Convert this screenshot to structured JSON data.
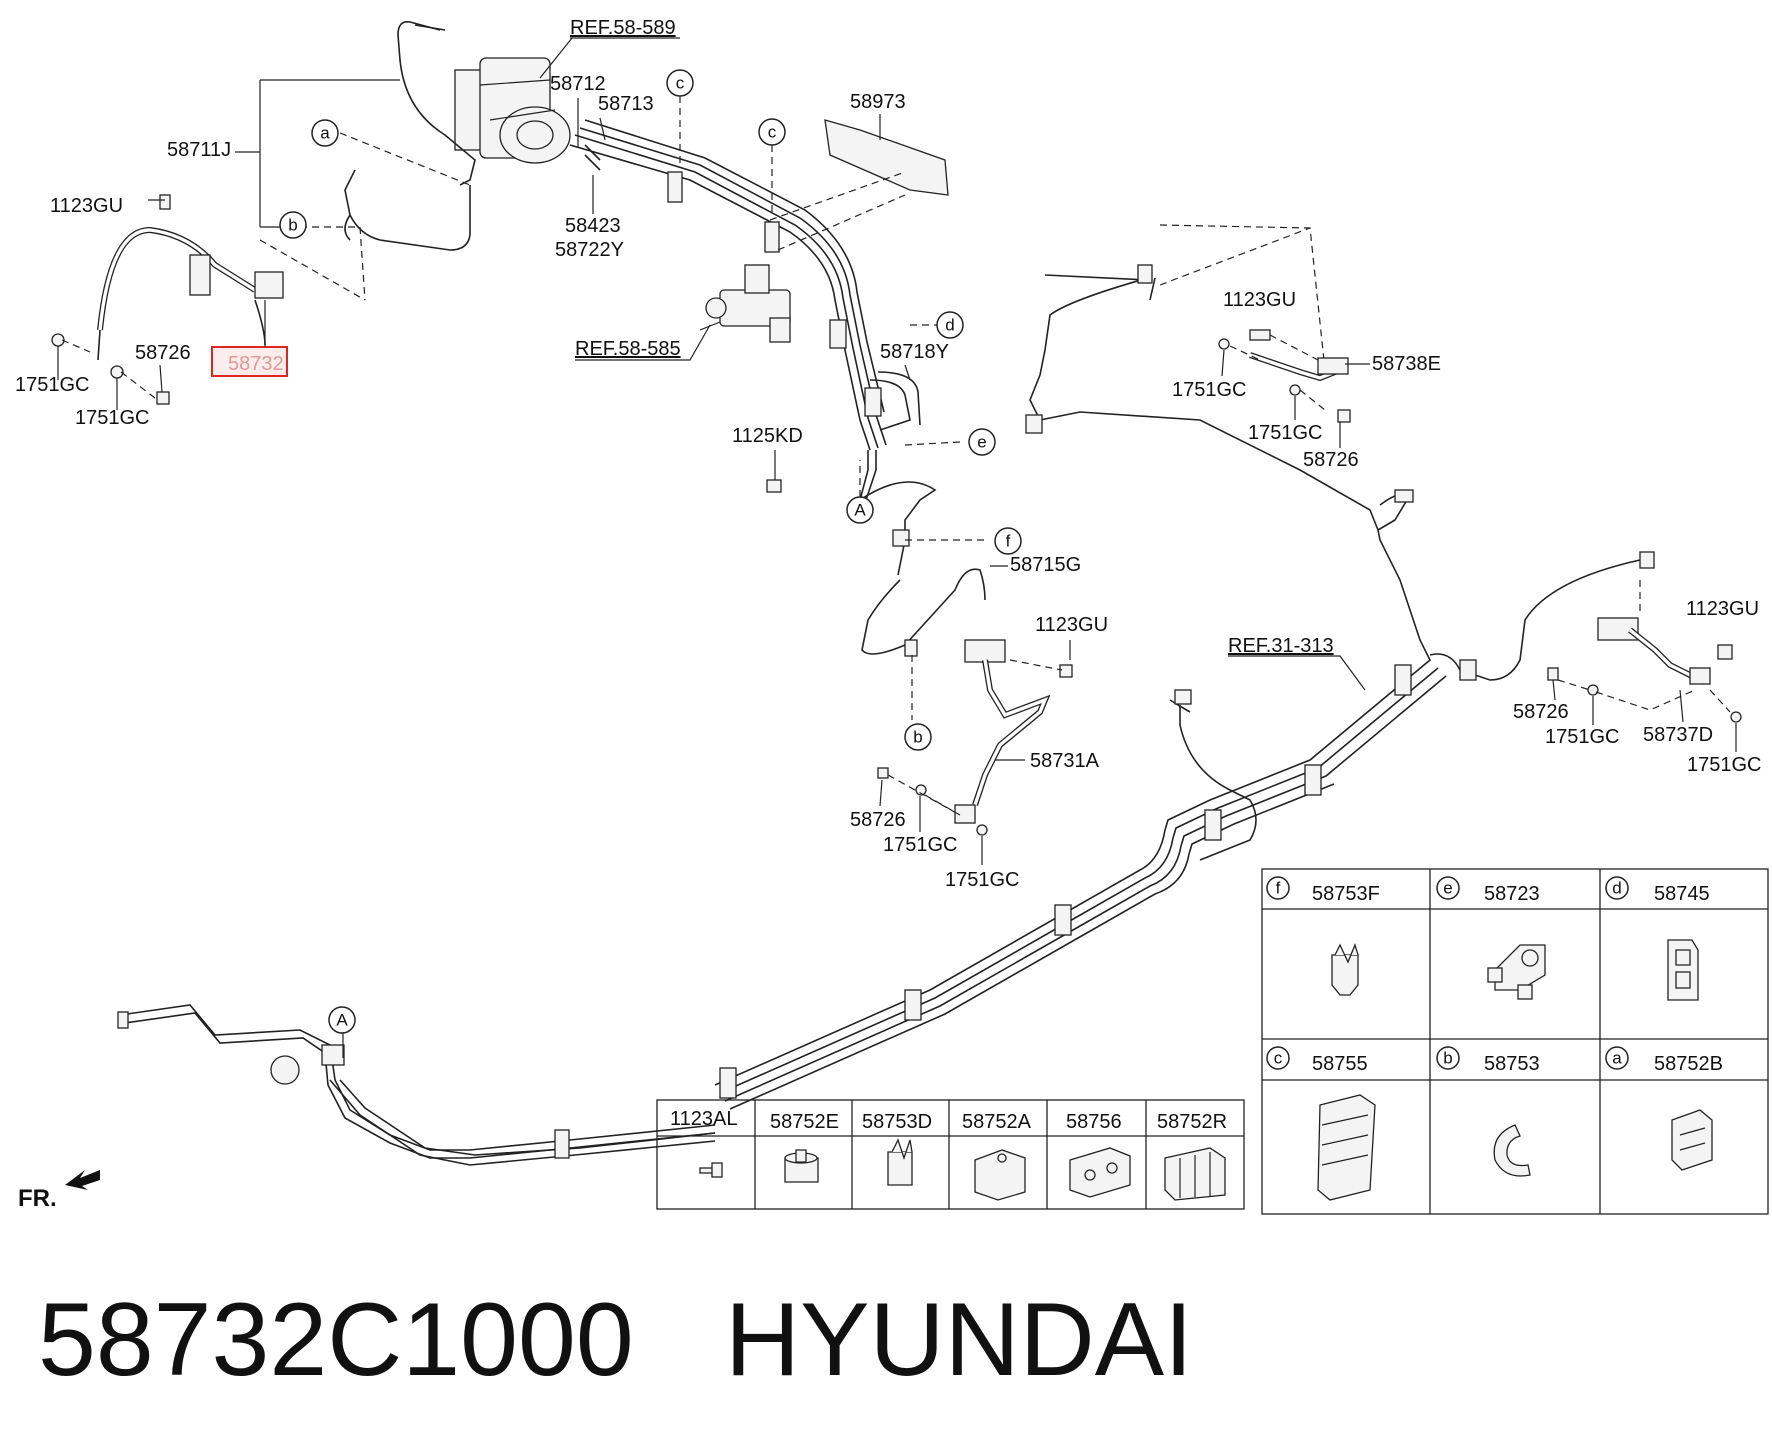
{
  "callouts": {
    "ref_58_589": "REF.58-589",
    "p58712": "58712",
    "p58713": "58713",
    "p58711J": "58711J",
    "p1123GU_a": "1123GU",
    "p58726_a": "58726",
    "p58732": "58732",
    "p1751GC_a": "1751GC",
    "p1751GC_b": "1751GC",
    "p58423": "58423",
    "p58722Y": "58722Y",
    "p58973": "58973",
    "ref_58_585": "REF.58-585",
    "p58718Y": "58718Y",
    "p1125KD": "1125KD",
    "p1123GU_b": "1123GU",
    "p58738E": "58738E",
    "p1751GC_c": "1751GC",
    "p1751GC_d": "1751GC",
    "p58726_b": "58726",
    "p58715G": "58715G",
    "p1123GU_c": "1123GU",
    "ref_31_313": "REF.31-313",
    "p1123GU_d": "1123GU",
    "p58726_c": "58726",
    "p1751GC_e": "1751GC",
    "p58737D": "58737D",
    "p1751GC_f": "1751GC",
    "p58731A": "58731A",
    "p58726_d": "58726",
    "p1751GC_g": "1751GC",
    "p1751GC_h": "1751GC"
  },
  "markers": {
    "a": "a",
    "b": "b",
    "c": "c",
    "d": "d",
    "e": "e",
    "f": "f",
    "A": "A"
  },
  "fr_label": "FR.",
  "clip_table": [
    {
      "letter": "f",
      "part": "58753F"
    },
    {
      "letter": "e",
      "part": "58723"
    },
    {
      "letter": "d",
      "part": "58745"
    },
    {
      "letter": "c",
      "part": "58755"
    },
    {
      "letter": "b",
      "part": "58753"
    },
    {
      "letter": "a",
      "part": "58752B"
    }
  ],
  "hardware_table": [
    "1123AL",
    "58752E",
    "58753D",
    "58752A",
    "58756",
    "58752R"
  ],
  "footer": {
    "part_number": "58732C1000",
    "brand": "HYUNDAI"
  },
  "highlight_color": "#e02424"
}
